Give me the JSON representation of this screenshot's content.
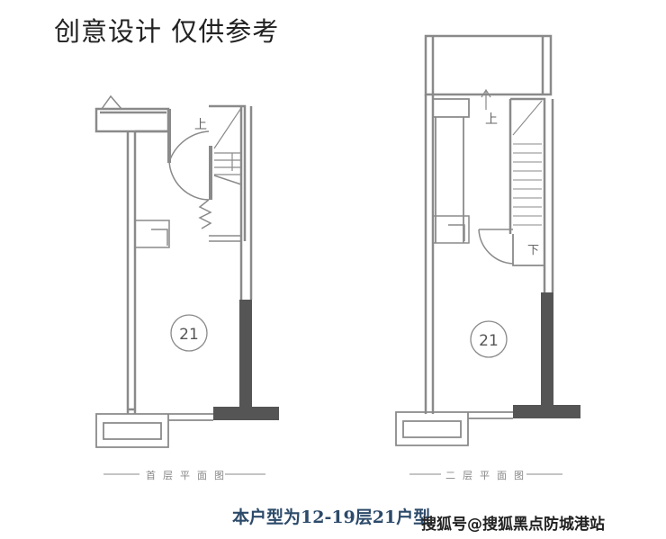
{
  "title": "创意设计 仅供参考",
  "plans": [
    {
      "caption": "首层平面图",
      "unit_number": "21",
      "stair_label": "上"
    },
    {
      "caption": "二层平面图",
      "unit_number": "21",
      "stair_label_up": "上",
      "stair_label_down": "下"
    }
  ],
  "subtitle": "本户型为12-19层21户型",
  "watermark": "搜狐号@搜狐黑点防城港站",
  "colors": {
    "wall": "#8a8a8a",
    "dark_wall": "#555555",
    "subtitle": "#2c4a6a"
  }
}
